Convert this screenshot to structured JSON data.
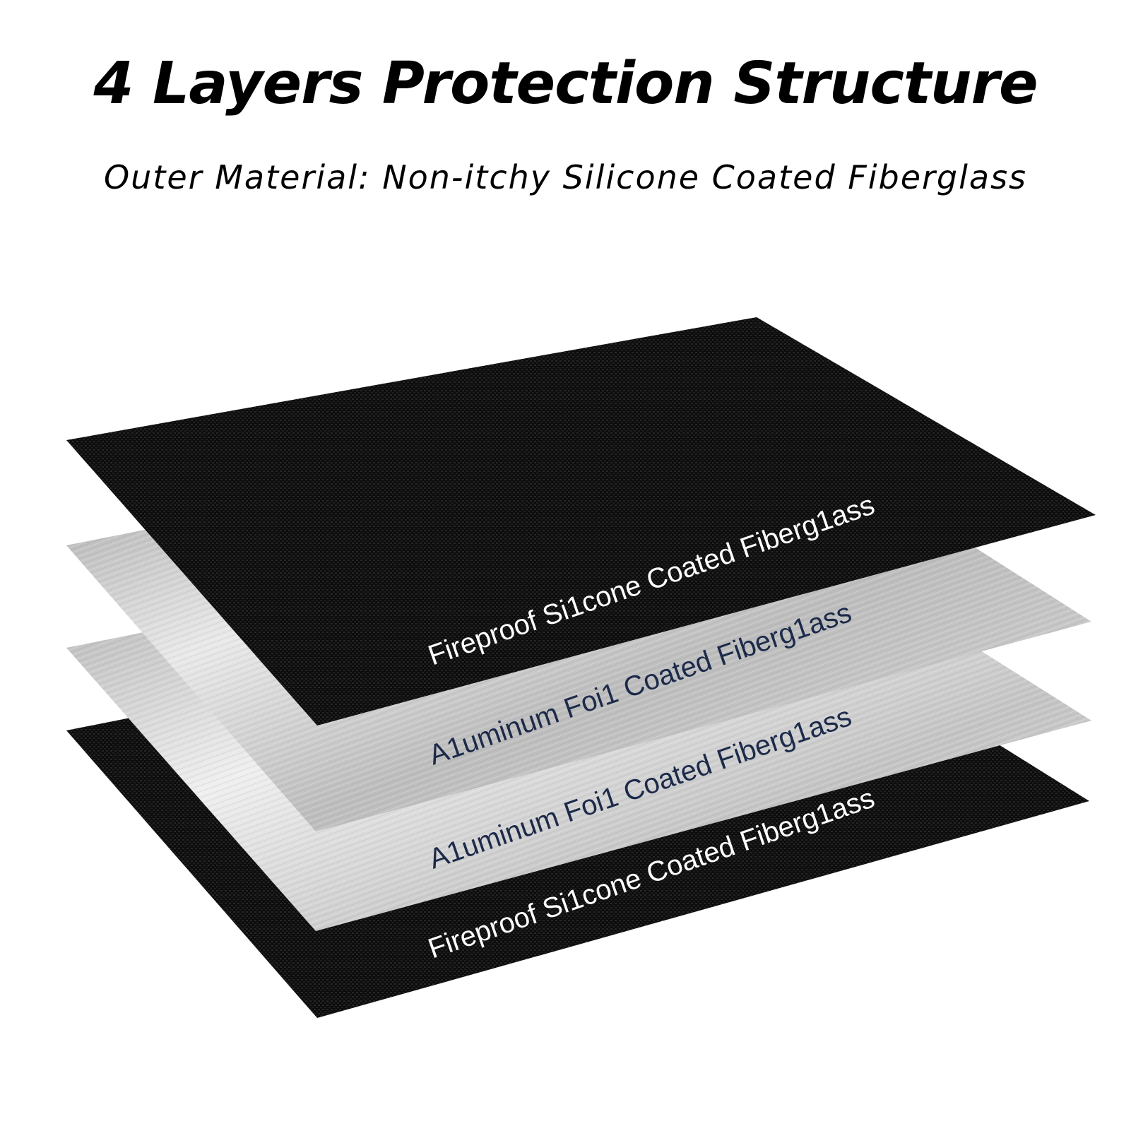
{
  "header": {
    "title": "4 Layers Protection Structure",
    "subtitle": "Outer Material: Non-itchy Silicone Coated Fiberglass"
  },
  "layers": [
    {
      "label": "Fireproof Si1cone Coated Fiberg1ass",
      "material": "black-fiberglass",
      "color": "#111111",
      "text_color": "#ffffff"
    },
    {
      "label": "A1uminum Foi1 Coated Fiberg1ass",
      "material": "aluminum-foil",
      "color": "#c9c9c9",
      "text_color": "#1c2a4a"
    },
    {
      "label": "A1uminum Foi1 Coated Fiberg1ass",
      "material": "aluminum-foil",
      "color": "#c9c9c9",
      "text_color": "#1c2a4a"
    },
    {
      "label": "Fireproof Si1cone Coated Fiberg1ass",
      "material": "black-fiberglass",
      "color": "#111111",
      "text_color": "#ffffff"
    }
  ]
}
